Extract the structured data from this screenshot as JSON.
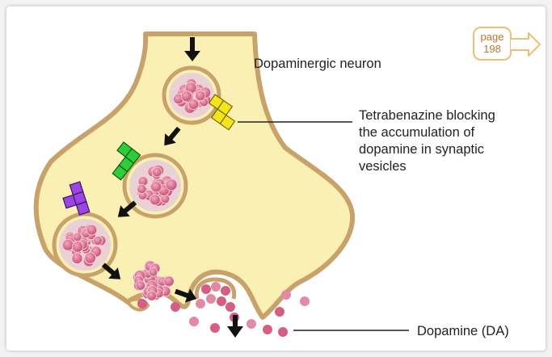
{
  "labels": {
    "neuron": "Dopaminergic neuron",
    "tetrabenazine": [
      "Tetrabenazine blocking",
      "the accumulation of",
      "dopamine in synaptic",
      "vesicles"
    ],
    "dopamine": "Dopamine (DA)"
  },
  "page_badge": {
    "word": "page",
    "number": "198"
  },
  "colors": {
    "cytoplasm": "#fbf0b4",
    "membrane": "#c8a26b",
    "vesicle_fill": "#e9c9cf",
    "dopamine_particle": "#d45f83",
    "arrow": "#111111",
    "blocker_yellow": "#f2e51f",
    "blocker_green": "#2fcc3a",
    "blocker_purple": "#9b45e3",
    "badge_orange": "#f0bd78"
  },
  "icons": {
    "blockers": [
      "tetris-block-yellow",
      "tetris-block-green",
      "tetris-block-purple"
    ],
    "badge": "page-reference-arrow-icon"
  }
}
